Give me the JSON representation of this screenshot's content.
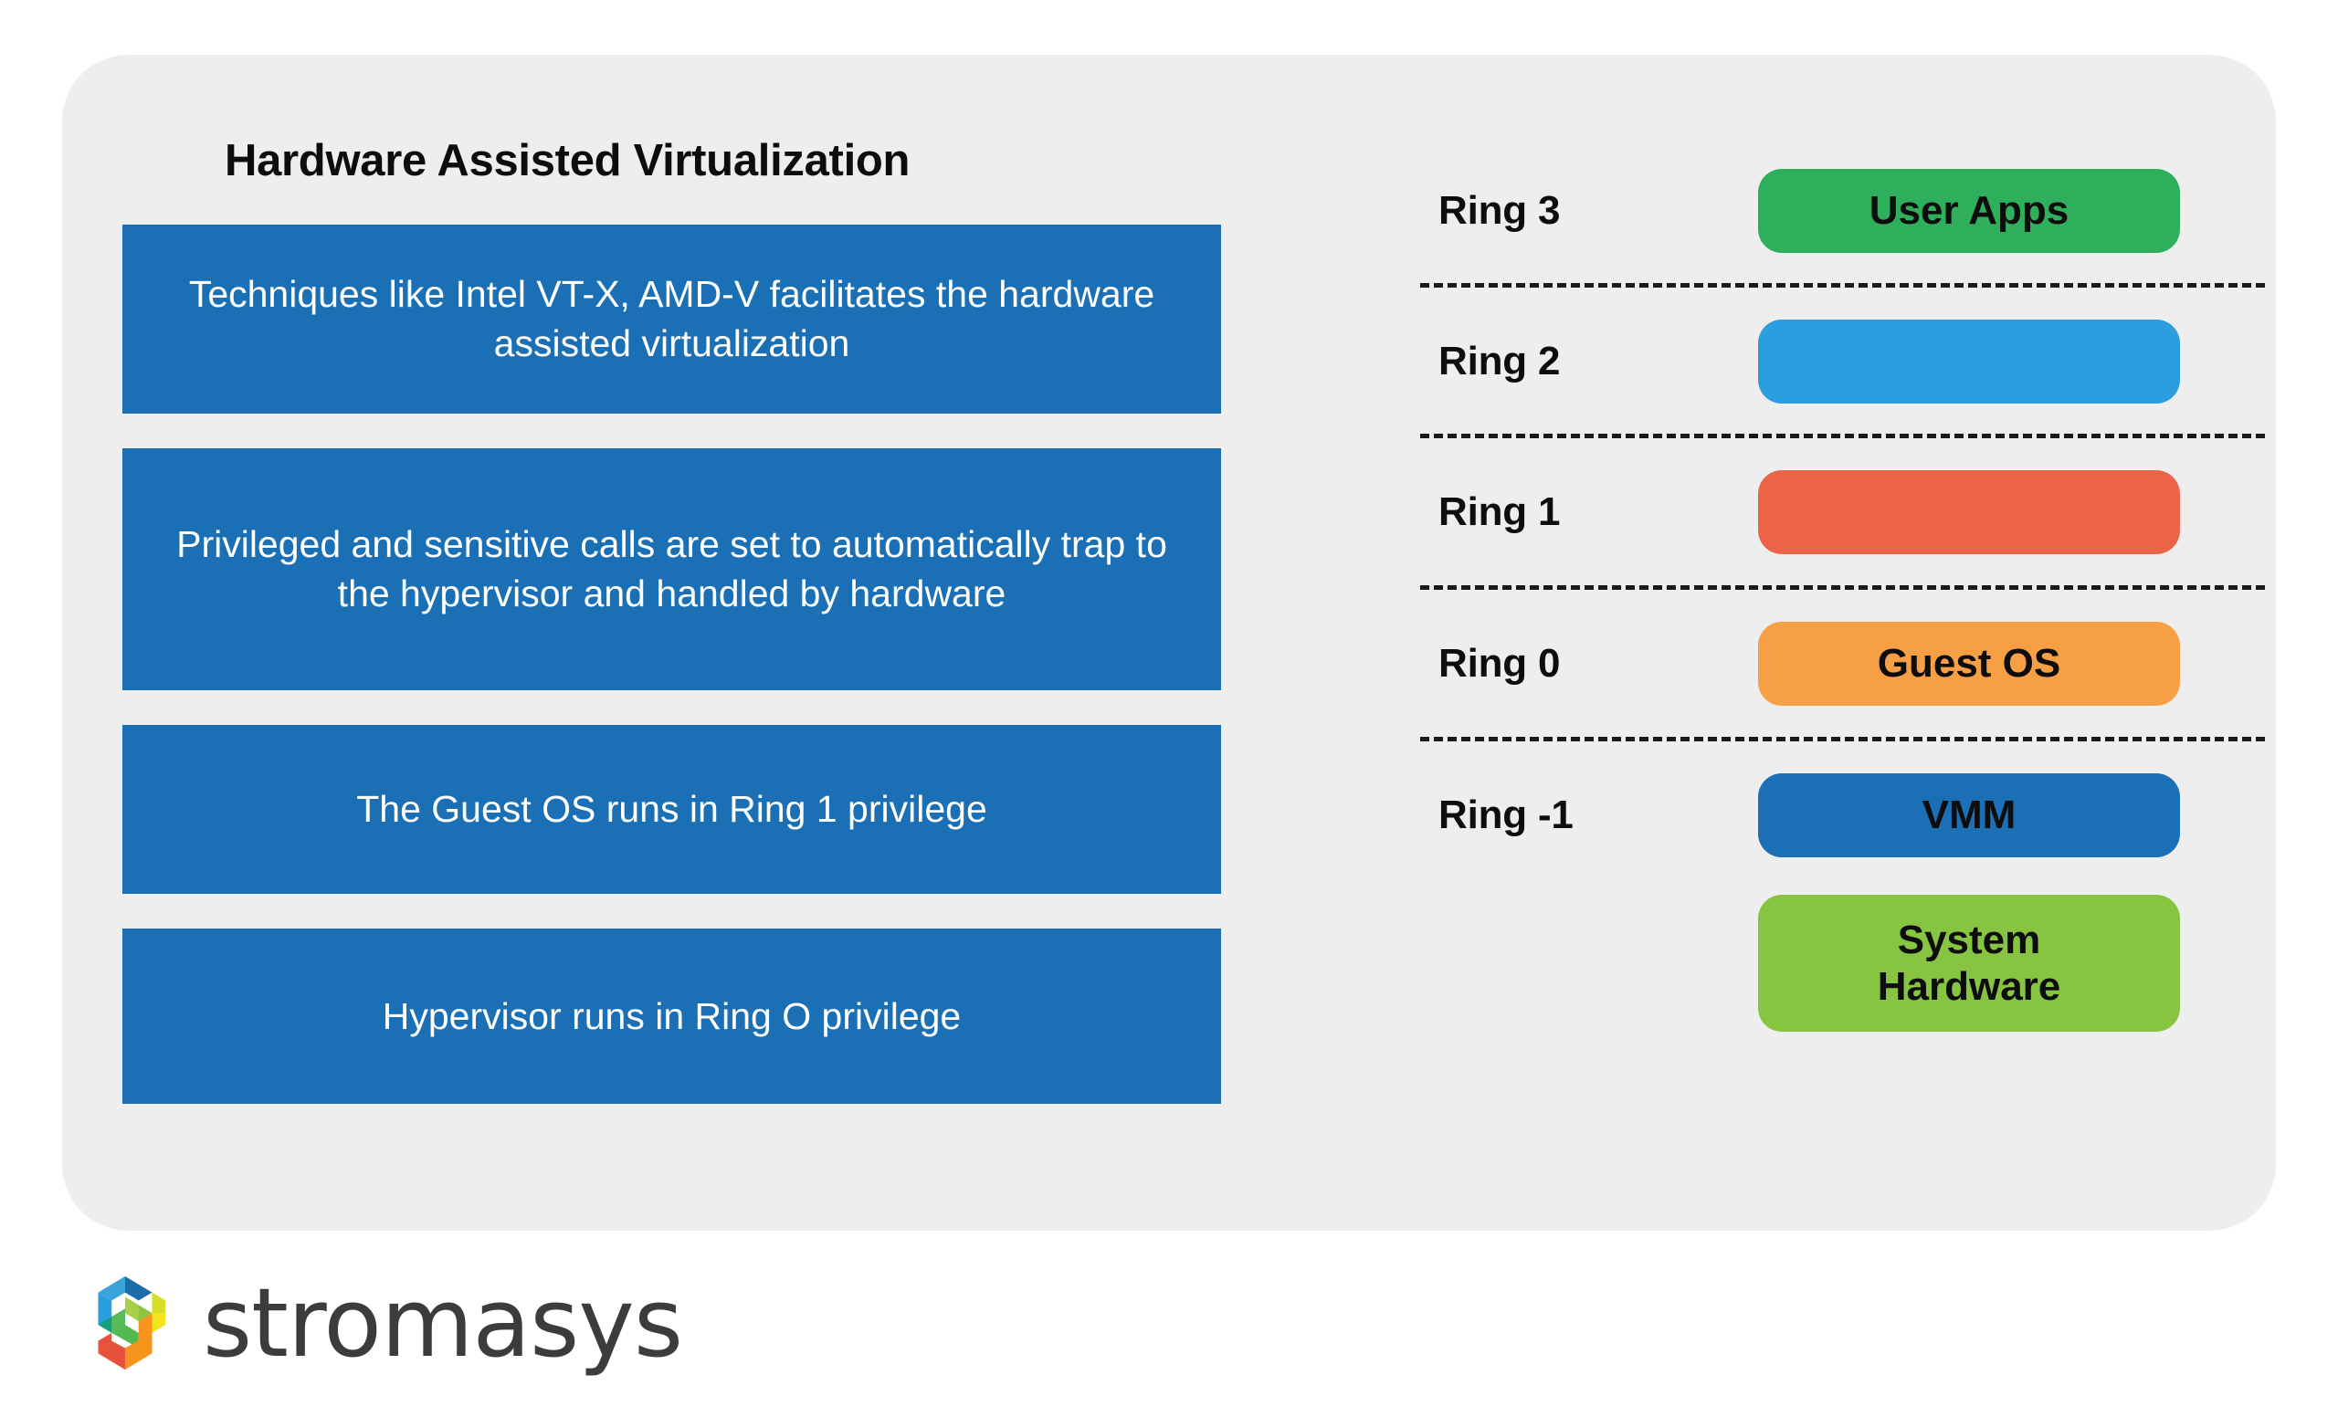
{
  "card": {
    "left_panel": {
      "title": "Hardware Assisted Virtualization",
      "boxes": [
        {
          "text": "Techniques like Intel VT-X, AMD-V facilitates the hardware assisted virtualization"
        },
        {
          "text": "Privileged and sensitive calls are set to automatically trap to the hypervisor and handled by hardware"
        },
        {
          "text": "The Guest OS runs in Ring 1 privilege"
        },
        {
          "text": "Hypervisor runs in Ring O privilege"
        }
      ],
      "box_color": "#1a6fb5",
      "box_text_color": "#ffffff"
    },
    "ring_diagram": {
      "rows": [
        {
          "ring_label": "Ring 3",
          "pill_label": "User Apps",
          "pill_color": "#2faf5b"
        },
        {
          "ring_label": "Ring 2",
          "pill_label": "",
          "pill_color": "#2a9ede"
        },
        {
          "ring_label": "Ring 1",
          "pill_label": "",
          "pill_color": "#ec6447"
        },
        {
          "ring_label": "Ring 0",
          "pill_label": "Guest OS",
          "pill_color": "#f69f45"
        },
        {
          "ring_label": "Ring -1",
          "pill_label": "VMM",
          "pill_color": "#1a6fb5"
        }
      ],
      "hardware_bar": {
        "line1": "System",
        "line2": "Hardware",
        "pill_color": "#86c442"
      },
      "divider_count": 4
    },
    "background_color": "#eeeeee"
  },
  "footer": {
    "brand_name": "stromasys",
    "logo_colors": {
      "blue_dark": "#1b6ca8",
      "blue": "#2a9ede",
      "teal": "#14a07b",
      "green": "#52b84f",
      "light_green": "#8cc63f",
      "yellow": "#f2e41d",
      "orange": "#f7941e",
      "red": "#e8513c"
    },
    "text_color": "#3c3c3b"
  }
}
